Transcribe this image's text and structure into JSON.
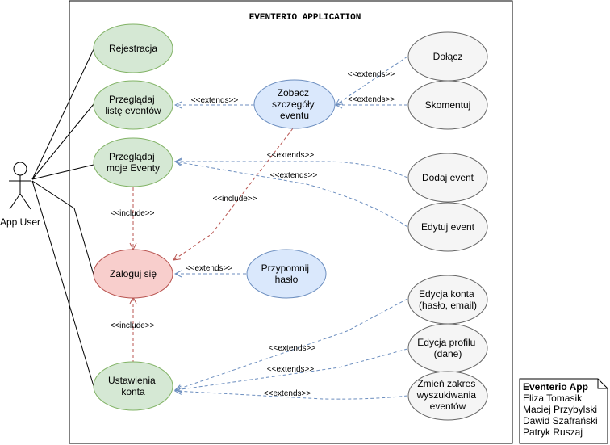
{
  "system": {
    "title": "EVENTERIO APPLICATION"
  },
  "actor": {
    "label": "App User"
  },
  "use_cases": {
    "rejestracja": [
      "Rejestracja"
    ],
    "przegladaj_liste": [
      "Przeglądaj",
      "listę eventów"
    ],
    "przegladaj_moje": [
      "Przeglądaj",
      "moje Eventy"
    ],
    "zaloguj": [
      "Zaloguj się"
    ],
    "ustawienia": [
      "Ustawienia",
      "konta"
    ],
    "zobacz": [
      "Zobacz",
      "szczegóły",
      "eventu"
    ],
    "przypomnij": [
      "Przypomnij",
      "hasło"
    ],
    "dolacz": [
      "Dołącz"
    ],
    "skomentuj": [
      "Skomentuj"
    ],
    "dodaj": [
      "Dodaj event"
    ],
    "edytuj": [
      "Edytuj event"
    ],
    "edycja_konta": [
      "Edycja konta",
      "(hasło, email)"
    ],
    "edycja_profilu": [
      "Edycja profilu",
      "(dane)"
    ],
    "zmien_zakres": [
      "Zmień zakres",
      "wyszukiwania",
      "eventów"
    ]
  },
  "relations": {
    "extends": "<<extends>>",
    "include": "<<include>>"
  },
  "note": {
    "title": "Eventerio App",
    "authors": [
      "Eliza Tomasik",
      "Maciej Przybylski",
      "Dawid Szafrański",
      "Patryk Ruszaj"
    ]
  },
  "colors": {
    "green_fill": "#d5e8d4",
    "green_stroke": "#82b366",
    "red_fill": "#f8cecc",
    "red_stroke": "#b85450",
    "blue_fill": "#dae8fc",
    "blue_stroke": "#6c8ebf",
    "grey_fill": "#f5f5f5",
    "grey_stroke": "#666666",
    "extends_line": "#6c8ebf",
    "include_line": "#b85450"
  }
}
